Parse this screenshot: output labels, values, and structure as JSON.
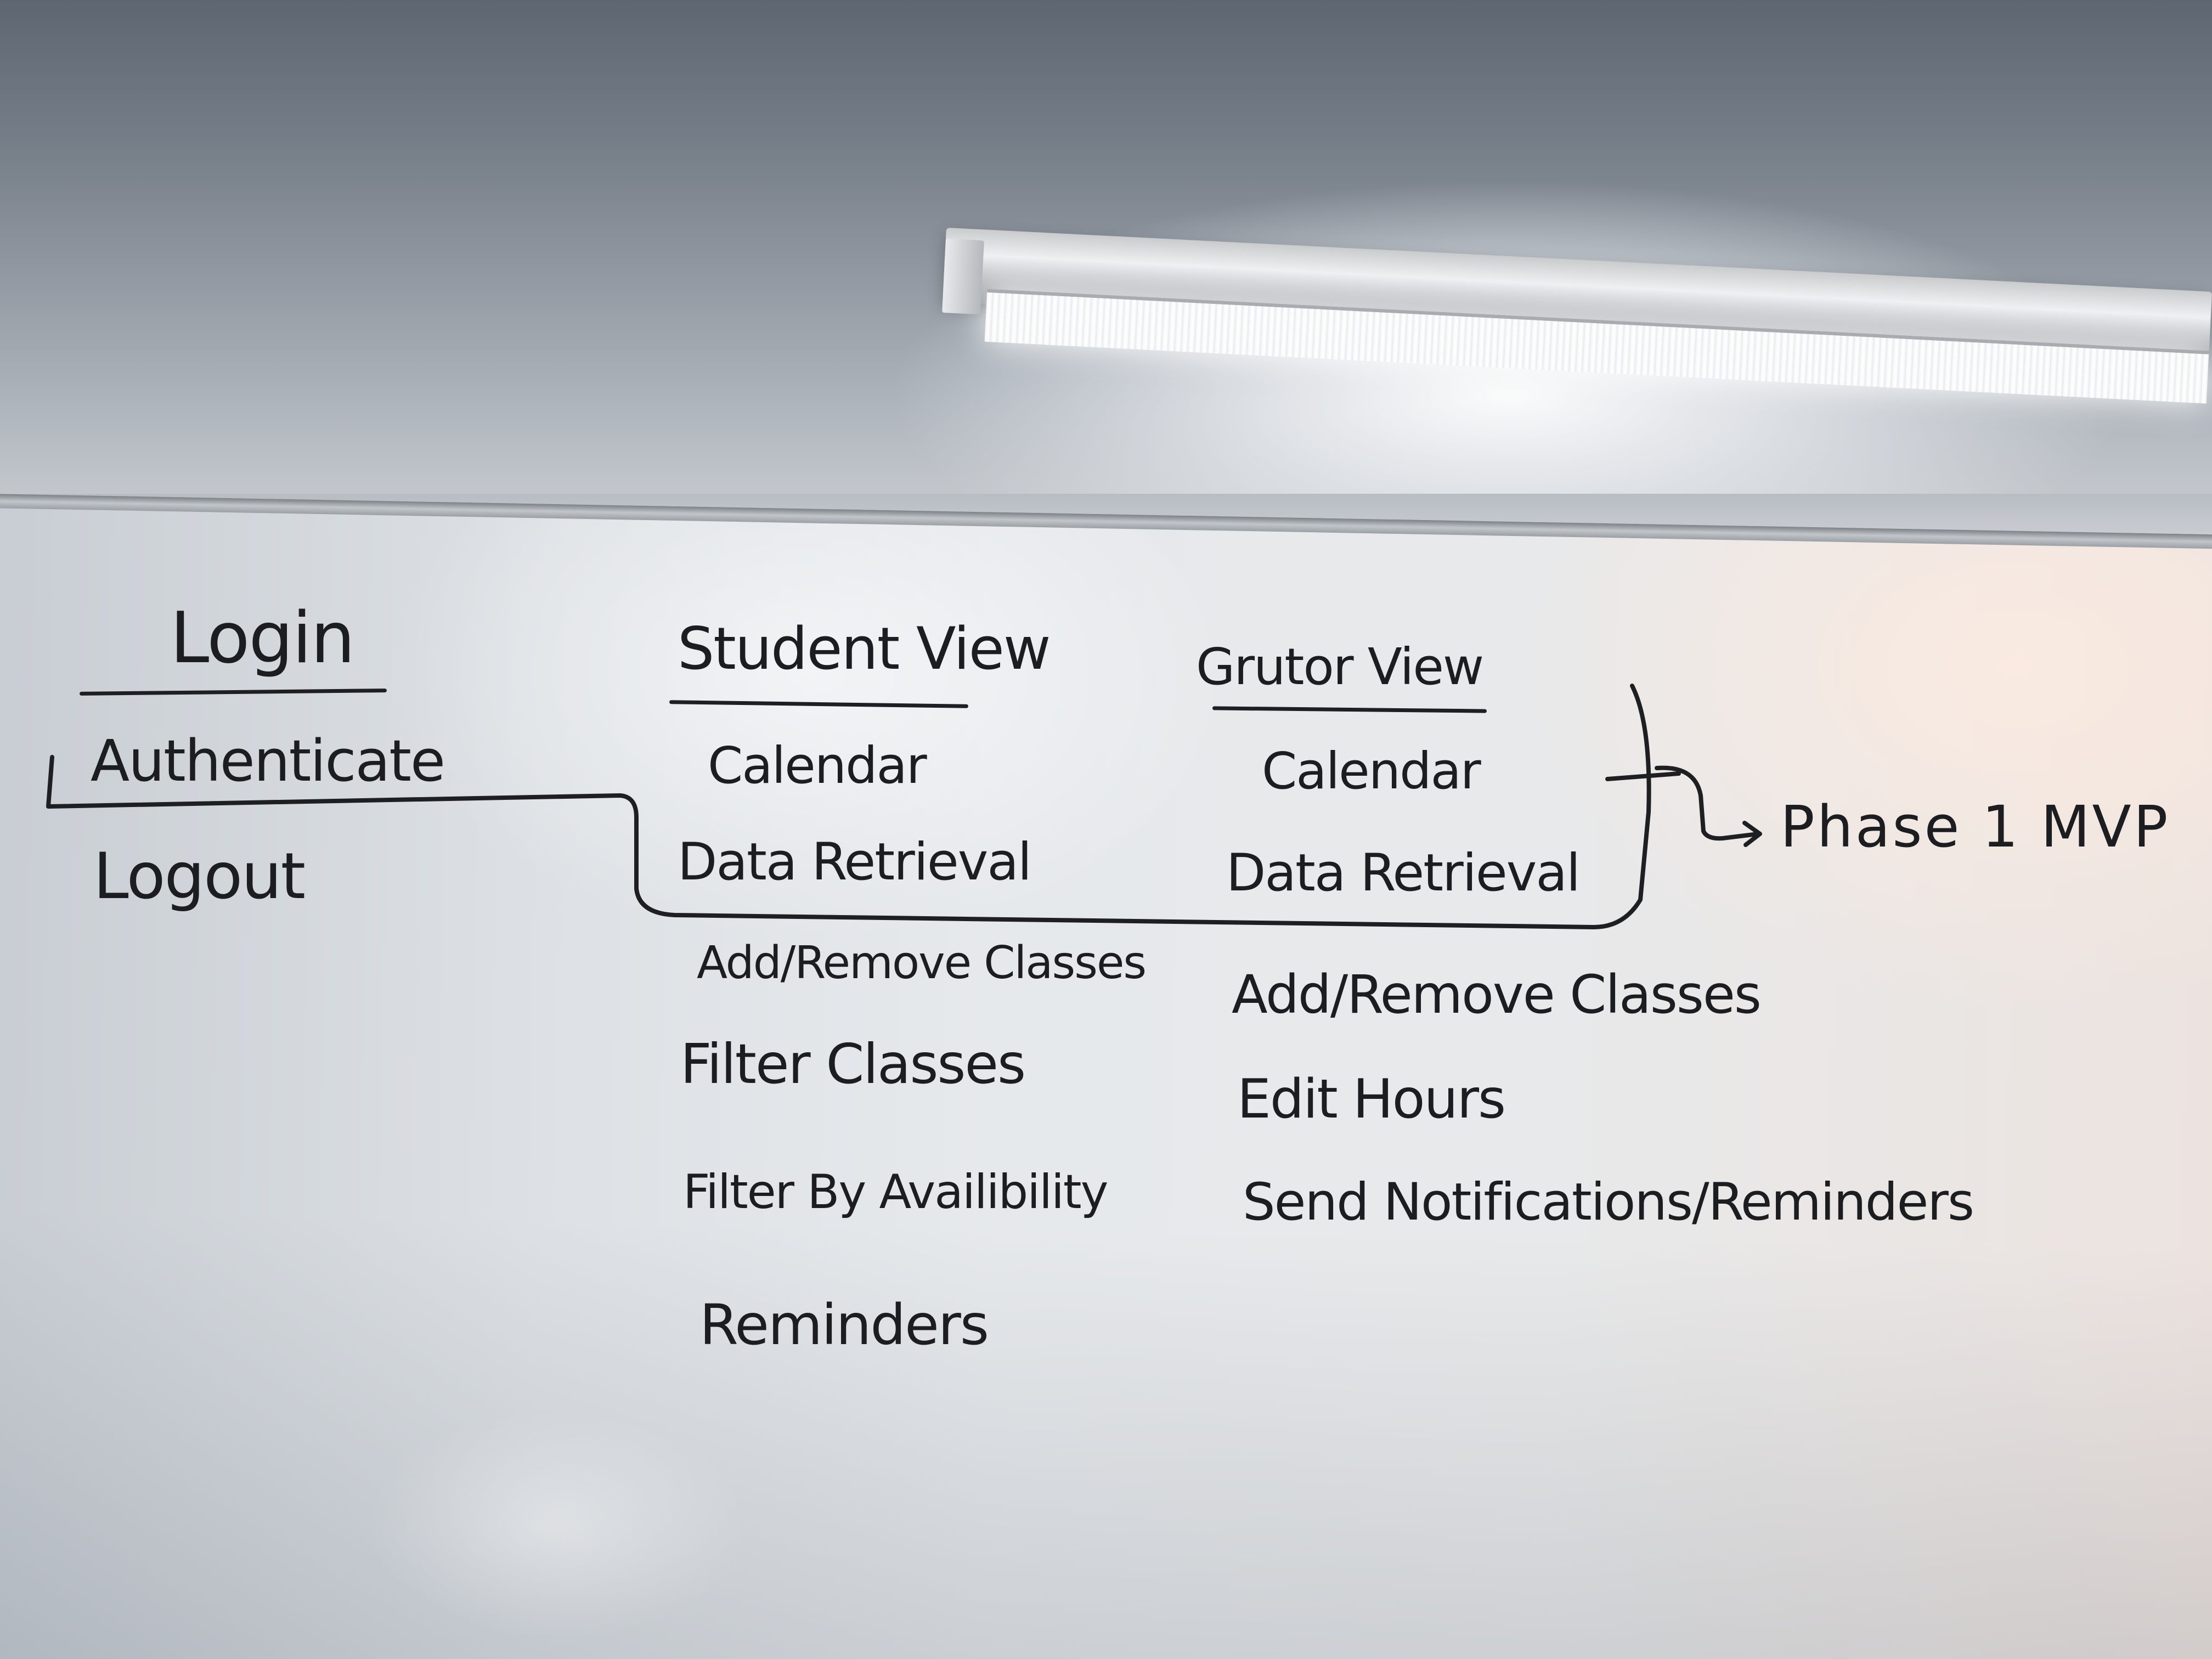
{
  "whiteboard": {
    "login": {
      "heading": "Login",
      "items": [
        "Authenticate",
        "Logout"
      ]
    },
    "student_view": {
      "heading": "Student View",
      "items": [
        "Calendar",
        "Data Retrieval",
        "Add/Remove Classes",
        "Filter Classes",
        "Filter By Availibility",
        "Reminders"
      ]
    },
    "tutor_view": {
      "heading": "Grutor View",
      "items": [
        "Calendar",
        "Data Retrieval",
        "Add/Remove Classes",
        "Edit Hours",
        "Send Notifications/Reminders"
      ]
    },
    "phase_label": "Phase 1 MVP"
  }
}
